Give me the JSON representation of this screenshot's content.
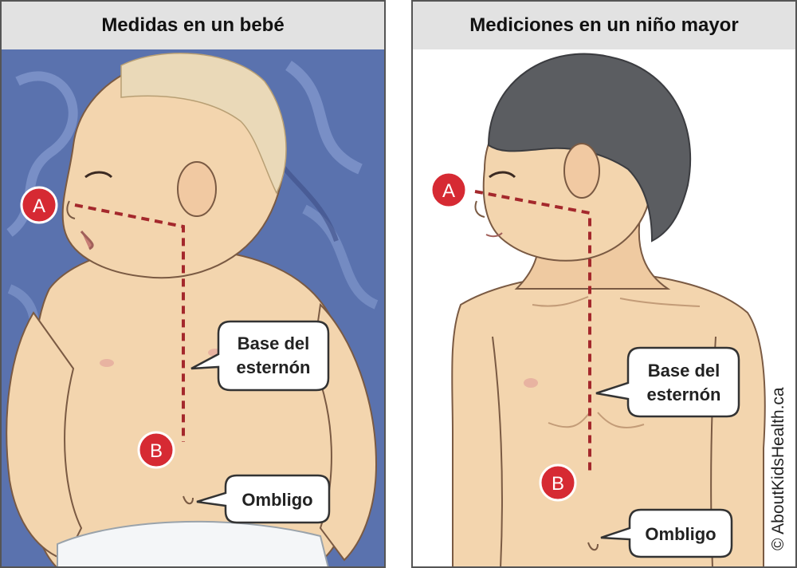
{
  "colors": {
    "marker": "#d62a33",
    "dash": "#a4282c",
    "skin": "#f3d5ae",
    "bg_blue": "#5a72ae",
    "hair_dark": "#5b5d61"
  },
  "left_panel": {
    "title": "Medidas en un bebé",
    "marker_a": "A",
    "marker_b": "B",
    "callout_sternum_line1": "Base del",
    "callout_sternum_line2": "esternón",
    "callout_navel": "Ombligo"
  },
  "right_panel": {
    "title": "Mediciones en un niño mayor",
    "marker_a": "A",
    "marker_b": "B",
    "callout_sternum_line1": "Base del",
    "callout_sternum_line2": "esternón",
    "callout_navel": "Ombligo"
  },
  "credit": "© AboutKidsHealth.ca"
}
